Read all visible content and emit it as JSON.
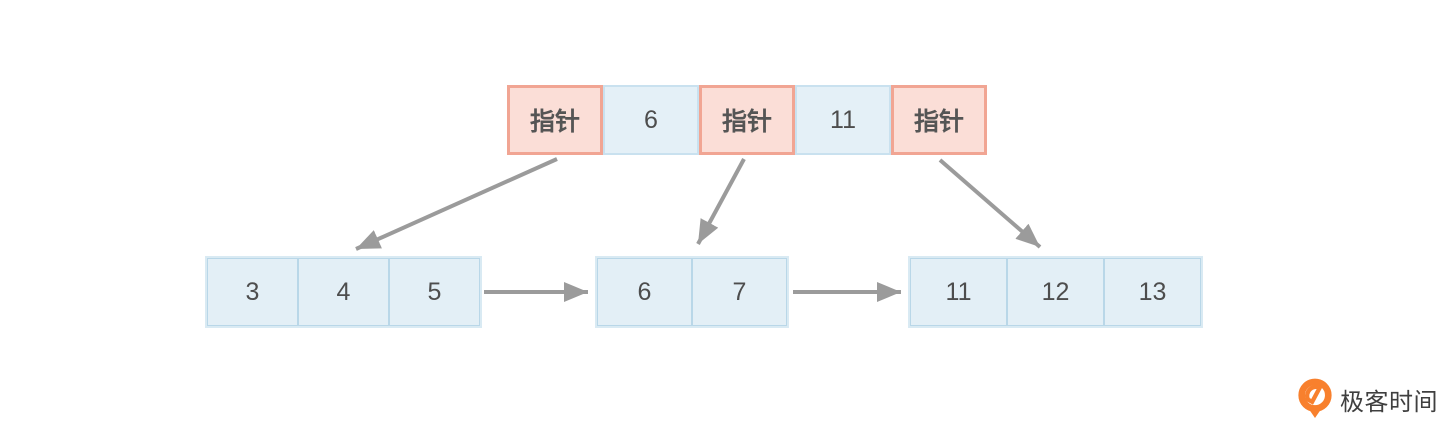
{
  "diagram": {
    "description": "B+ tree index node pointing to linked leaf nodes",
    "internal_node": {
      "cells": [
        {
          "kind": "pointer",
          "label": "指针"
        },
        {
          "kind": "key",
          "label": "6"
        },
        {
          "kind": "pointer",
          "label": "指针"
        },
        {
          "kind": "key",
          "label": "11"
        },
        {
          "kind": "pointer",
          "label": "指针"
        }
      ]
    },
    "leaf_nodes": [
      {
        "cells": [
          {
            "label": "3"
          },
          {
            "label": "4"
          },
          {
            "label": "5"
          }
        ]
      },
      {
        "cells": [
          {
            "label": "6"
          },
          {
            "label": "7"
          }
        ]
      },
      {
        "cells": [
          {
            "label": "11"
          },
          {
            "label": "12"
          },
          {
            "label": "13"
          }
        ]
      }
    ],
    "edges": [
      {
        "from": "pointer-1",
        "to": "leaf-1"
      },
      {
        "from": "pointer-2",
        "to": "leaf-2"
      },
      {
        "from": "pointer-3",
        "to": "leaf-3"
      },
      {
        "from": "leaf-1",
        "to": "leaf-2"
      },
      {
        "from": "leaf-2",
        "to": "leaf-3"
      }
    ],
    "colors": {
      "pointer_fill": "#FBDED7",
      "pointer_border": "#F1A593",
      "key_fill": "#E4F0F7",
      "key_border": "#C9E1EF",
      "leaf_fill": "#E3EFF6",
      "leaf_border": "#B9D7E8",
      "arrow": "#9B9B9B",
      "text": "#4D4D4D",
      "brand_orange": "#F8802D"
    }
  },
  "branding": {
    "wordmark": "极客时间"
  }
}
